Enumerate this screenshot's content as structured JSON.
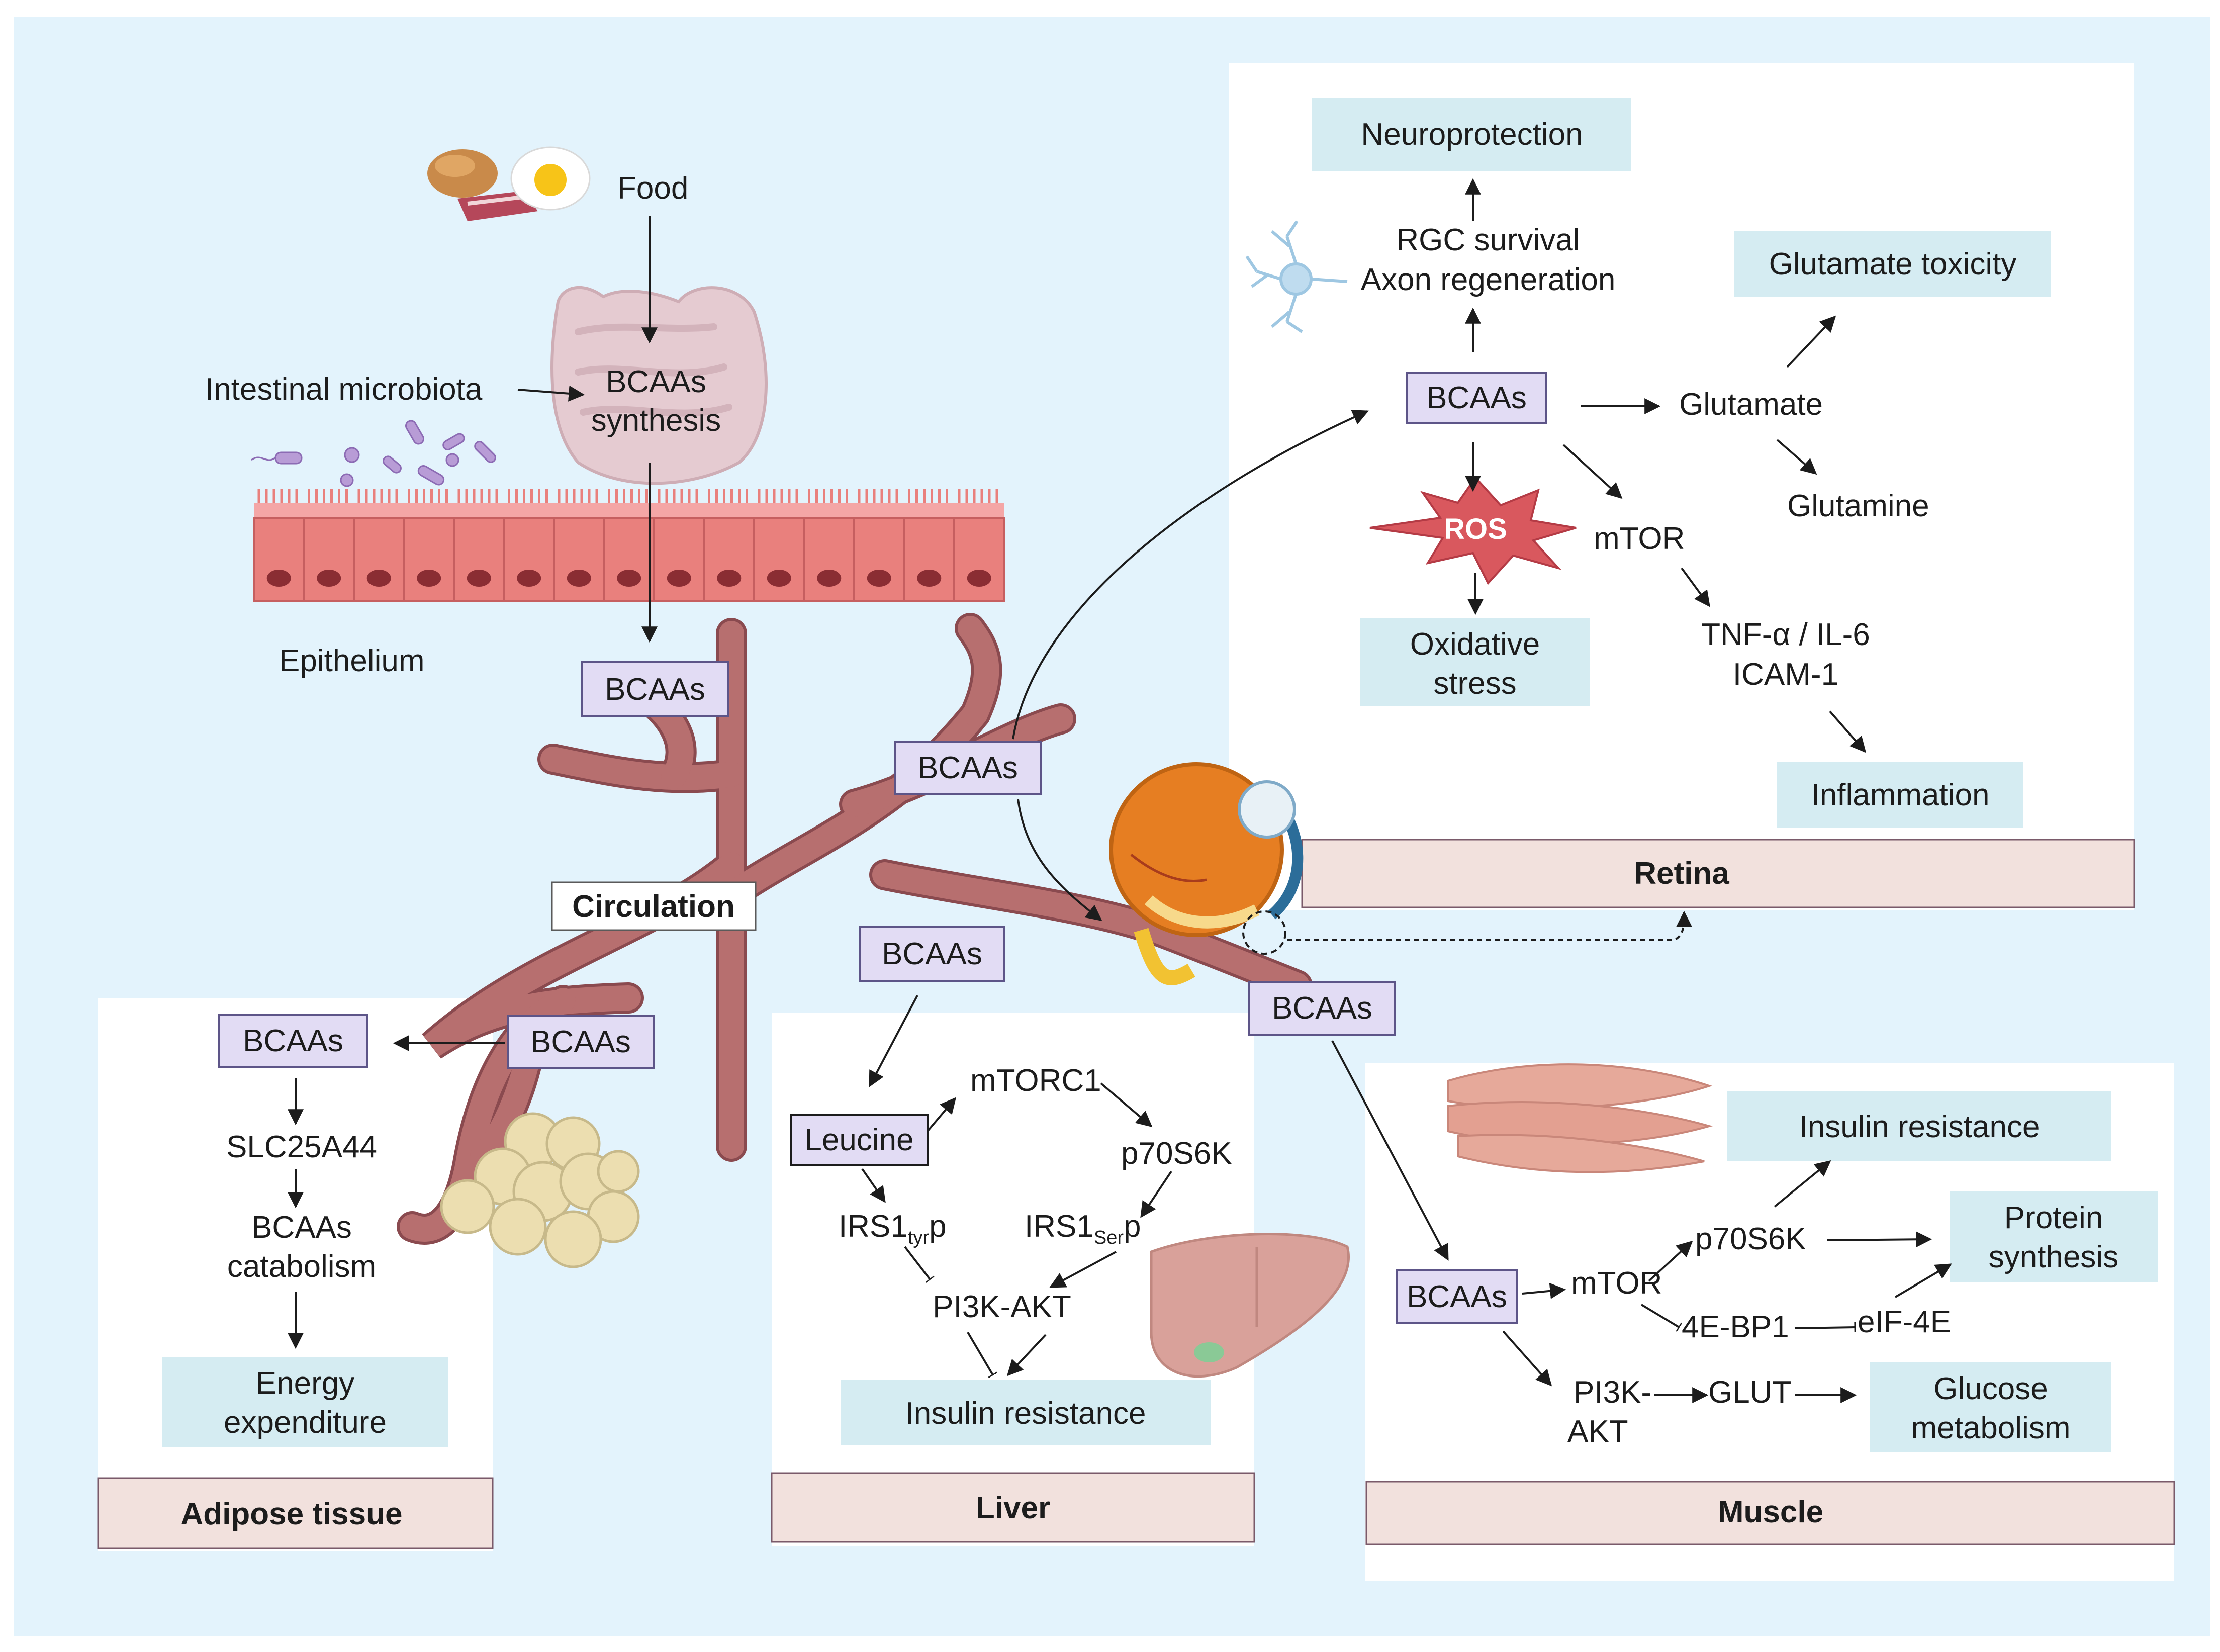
{
  "labels": {
    "food": "Food",
    "microbiota": "Intestinal microbiota",
    "bcaas": "BCAAs",
    "synthesis_line2": "synthesis",
    "epithelium": "Epithelium",
    "circulation": "Circulation"
  },
  "retina": {
    "title": "Retina",
    "neuroprotection": "Neuroprotection",
    "rgc": "RGC survival",
    "axon": "Axon regeneration",
    "glutamate_toxicity": "Glutamate toxicity",
    "glutamate": "Glutamate",
    "glutamine": "Glutamine",
    "ros": "ROS",
    "mtor": "mTOR",
    "oxidative_1": "Oxidative",
    "oxidative_2": "stress",
    "tnf": "TNF-α / IL-6",
    "icam": "ICAM-1",
    "inflammation": "Inflammation"
  },
  "adipose": {
    "title": "Adipose tissue",
    "slc": "SLC25A44",
    "catab_1": "BCAAs",
    "catab_2": "catabolism",
    "energy_1": "Energy",
    "energy_2": "expenditure"
  },
  "liver": {
    "title": "Liver",
    "leucine": "Leucine",
    "mtorc1": "mTORC1",
    "p70": "p70S6K",
    "irs_tyr_main": "IRS1",
    "irs_tyr_sub": "tyr",
    "irs_tyr_end": "p",
    "irs_ser_main": "IRS1",
    "irs_ser_sub": "Ser",
    "irs_ser_end": "p",
    "pi3k": "PI3K-AKT",
    "insulin": "Insulin resistance"
  },
  "muscle": {
    "title": "Muscle",
    "insulin": "Insulin resistance",
    "p70": "p70S6K",
    "protein_1": "Protein",
    "protein_2": "synthesis",
    "mtor": "mTOR",
    "bp1": "4E-BP1",
    "eif": "eIF-4E",
    "pi3k_1": "PI3K-",
    "pi3k_2": "AKT",
    "glut": "GLUT",
    "glucose_1": "Glucose",
    "glucose_2": "metabolism"
  },
  "colors": {
    "background": "#e3f3fc",
    "node_fill": "#e2dcf4",
    "node_stroke": "#5d5588",
    "outcome_fill": "#d5ecf2",
    "title_fill": "#f2e1dd",
    "vessel": "#b76f6f",
    "ros": "#d9585e"
  }
}
